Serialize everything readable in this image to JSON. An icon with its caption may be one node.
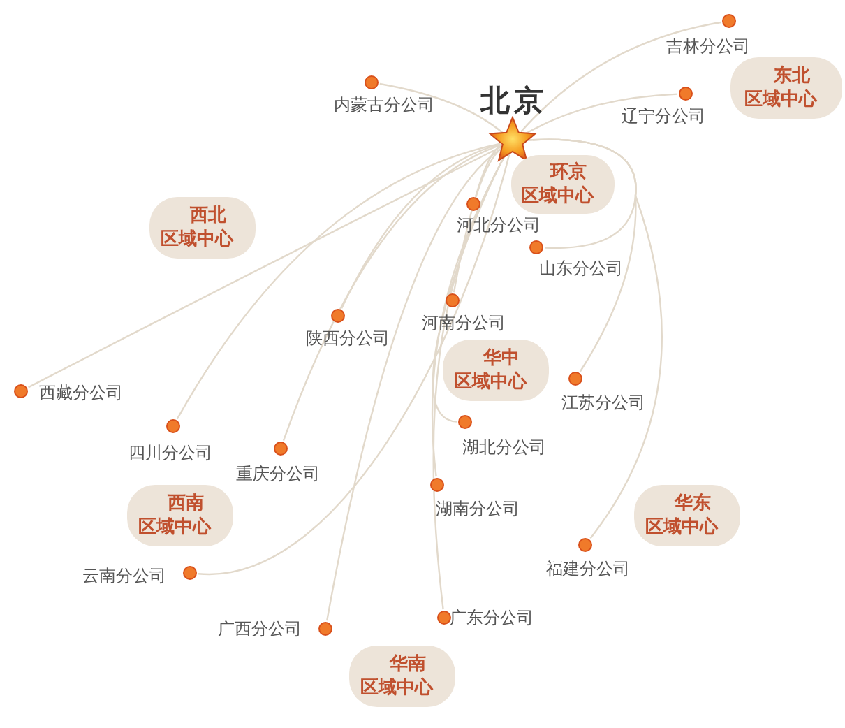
{
  "diagram": {
    "nodes": [
      {
        "text": [
          "北京"
        ]
      },
      {
        "text": [
          "吉林分公司"
        ]
      },
      {
        "text": [
          "东北区域中心"
        ]
      },
      {
        "text": [
          "内蒙古分公司"
        ]
      },
      {
        "text": [
          "辽宁分公司"
        ]
      },
      {
        "text": [
          "环京区域中心"
        ]
      },
      {
        "text": [
          "河北分公司"
        ]
      },
      {
        "text": [
          "西北区域中心"
        ]
      },
      {
        "text": [
          "山东分公司"
        ]
      },
      {
        "text": [
          "河南分公司"
        ]
      },
      {
        "text": [
          "陕西分公司"
        ]
      },
      {
        "text": [
          "华中区域中心"
        ]
      },
      {
        "text": [
          "西藏分公司"
        ]
      },
      {
        "text": [
          "江苏分公司"
        ]
      },
      {
        "text": [
          "四川分公司"
        ]
      },
      {
        "text": [
          "重庆分公司"
        ]
      },
      {
        "text": [
          "湖北分公司"
        ]
      },
      {
        "text": [
          "湖南分公司"
        ]
      },
      {
        "text": [
          "西南区域中心"
        ]
      },
      {
        "text": [
          "华东区域中心"
        ]
      },
      {
        "text": [
          "福建分公司"
        ]
      },
      {
        "text": [
          "云南分公司"
        ]
      },
      {
        "text": [
          "广西分公司"
        ]
      },
      {
        "text": [
          "广东分公司"
        ]
      },
      {
        "text": [
          "华南区域中心"
        ]
      }
    ],
    "edges": [
      {
        "from": 0,
        "to": 1,
        "arrow": "none"
      },
      {
        "from": 0,
        "to": 3,
        "arrow": "none"
      },
      {
        "from": 0,
        "to": 4,
        "arrow": "none"
      },
      {
        "from": 0,
        "to": 6,
        "arrow": "none"
      },
      {
        "from": 0,
        "to": 8,
        "arrow": "none"
      },
      {
        "from": 0,
        "to": 9,
        "arrow": "none"
      },
      {
        "from": 0,
        "to": 10,
        "arrow": "none"
      },
      {
        "from": 0,
        "to": 12,
        "arrow": "none"
      },
      {
        "from": 0,
        "to": 13,
        "arrow": "none"
      },
      {
        "from": 0,
        "to": 14,
        "arrow": "none"
      },
      {
        "from": 0,
        "to": 15,
        "arrow": "none"
      },
      {
        "from": 0,
        "to": 16,
        "arrow": "none"
      },
      {
        "from": 0,
        "to": 17,
        "arrow": "none"
      },
      {
        "from": 0,
        "to": 20,
        "arrow": "none"
      },
      {
        "from": 0,
        "to": 21,
        "arrow": "none"
      },
      {
        "from": 0,
        "to": 22,
        "arrow": "none"
      },
      {
        "from": 0,
        "to": 23,
        "arrow": "none"
      }
    ]
  }
}
